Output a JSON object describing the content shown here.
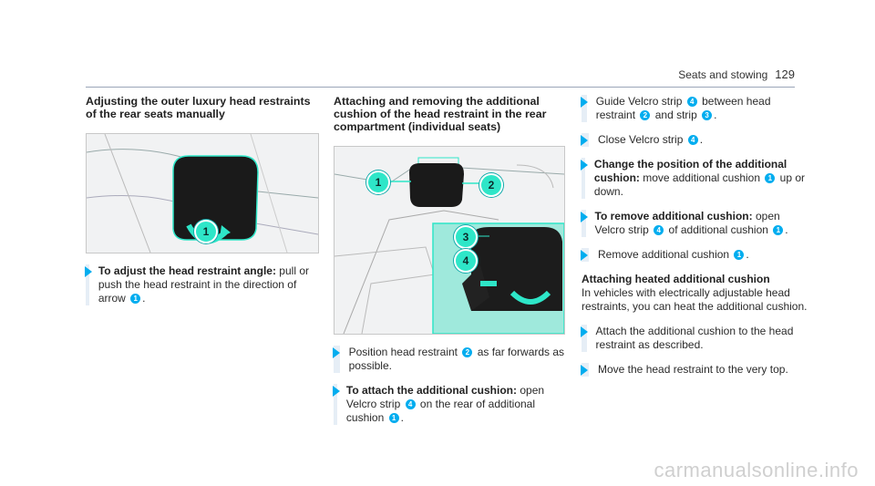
{
  "header": {
    "section": "Seats and stowing",
    "page": "129"
  },
  "col1": {
    "title": "Adjusting the outer luxury head restraints of the rear seats manually",
    "callout": "1",
    "step1": {
      "bold": "To adjust the head restraint angle:",
      "text1": " pull or push the head restraint in the direction of arrow ",
      "num": "1",
      "text2": "."
    }
  },
  "col2": {
    "title": "Attaching and removing the additional cushion of the head restraint in the rear compartment (individual seats)",
    "callouts": [
      "1",
      "2",
      "3",
      "4"
    ],
    "step1": {
      "text1": "Position head restraint ",
      "num": "2",
      "text2": " as far forwards as possible."
    },
    "step2": {
      "bold": "To attach the additional cushion:",
      "text1": " open Velcro strip ",
      "num1": "4",
      "text2": " on the rear of additional cushion ",
      "num2": "1",
      "text3": "."
    }
  },
  "col3": {
    "step1": {
      "text1": "Guide Velcro strip ",
      "num1": "4",
      "text2": " between head restraint ",
      "num2": "2",
      "text3": " and strip ",
      "num3": "3",
      "text4": "."
    },
    "step2": {
      "text1": "Close Velcro strip ",
      "num": "4",
      "text2": "."
    },
    "step3": {
      "bold": "Change the position of the additional cushion:",
      "text1": " move additional cushion ",
      "num": "1",
      "text2": " up or down."
    },
    "step4": {
      "bold": "To remove additional cushion:",
      "text1": " open Velcro strip ",
      "num1": "4",
      "text2": " of additional cushion ",
      "num2": "1",
      "text3": "."
    },
    "step5": {
      "text1": "Remove additional cushion ",
      "num": "1",
      "text2": "."
    },
    "heated_title": "Attaching heated additional cushion",
    "heated_para": "In vehicles with electrically adjustable head restraints, you can heat the additional cushion.",
    "step6": {
      "text1": "Attach the additional cushion to the head restraint as described."
    },
    "step7": {
      "text1": "Move the head restraint to the very top."
    }
  },
  "watermark": "carmanualsonline.info",
  "colors": {
    "accent": "#00adef",
    "callout": "#2ee6c8"
  }
}
